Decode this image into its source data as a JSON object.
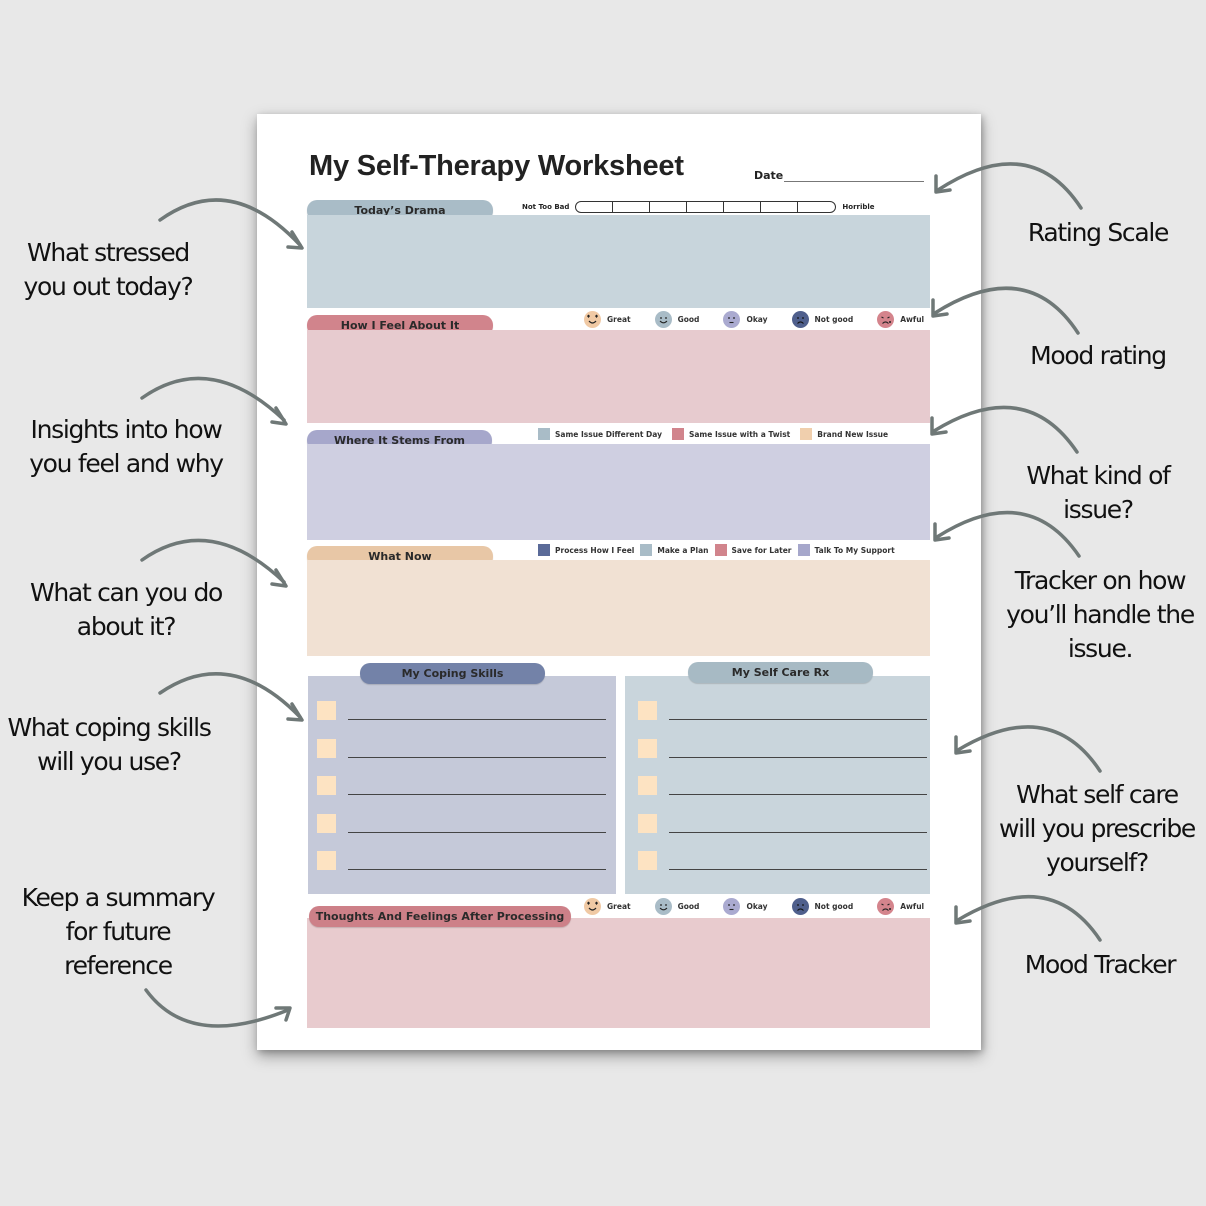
{
  "worksheet": {
    "title": "My Self-Therapy Worksheet",
    "date_label": "Date",
    "date_value": ""
  },
  "sections": {
    "todays_drama": {
      "label": "Today’s Drama",
      "color": "#c8d5dc",
      "pill_color": "#a9bcc7",
      "value": ""
    },
    "rating_scale": {
      "left_label": "Not Too Bad",
      "right_label": "Horrible",
      "segments": 7,
      "selected": null
    },
    "how_i_feel": {
      "label": "How I Feel About It",
      "color": "#e7cbcf",
      "pill_color": "#d1848c",
      "value": ""
    },
    "where_it_stems": {
      "label": "Where It Stems From",
      "color": "#cfcfe1",
      "pill_color": "#a6a7cb",
      "value": ""
    },
    "what_now": {
      "label": "What Now",
      "color": "#f1e1d3",
      "pill_color": "#e8c7a6",
      "value": ""
    },
    "coping_skills": {
      "label": "My Coping Skills",
      "color": "#c5c9d9",
      "pill_color": "#7382a8",
      "items": [
        "",
        "",
        "",
        "",
        ""
      ]
    },
    "self_care": {
      "label": "My Self Care Rx",
      "color": "#c9d5dc",
      "pill_color": "#a7bac4",
      "items": [
        "",
        "",
        "",
        "",
        ""
      ]
    },
    "after_processing": {
      "label": "Thoughts And Feelings After Processing",
      "color": "#e8cbce",
      "pill_color": "#cd8088",
      "value": ""
    }
  },
  "moods": [
    {
      "label": "Great",
      "icon": "heart-eyes-face-icon",
      "color": "#f0c9a4"
    },
    {
      "label": "Good",
      "icon": "smile-face-icon",
      "color": "#a9bcc7"
    },
    {
      "label": "Okay",
      "icon": "neutral-face-icon",
      "color": "#aaaad0"
    },
    {
      "label": "Not good",
      "icon": "frown-face-icon",
      "color": "#4f5f8c"
    },
    {
      "label": "Awful",
      "icon": "crying-face-icon",
      "color": "#d4848c"
    }
  ],
  "issue_types": [
    {
      "label": "Same Issue Different Day",
      "color": "#a9bcc7"
    },
    {
      "label": "Same Issue with a Twist",
      "color": "#d1848c"
    },
    {
      "label": "Brand New Issue",
      "color": "#f0cfad"
    }
  ],
  "action_types": [
    {
      "label": "Process How I Feel",
      "color": "#5a6a98"
    },
    {
      "label": "Make a Plan",
      "color": "#a9bcc7"
    },
    {
      "label": "Save for Later",
      "color": "#d1848c"
    },
    {
      "label": "Talk To My Support",
      "color": "#a6a7cb"
    }
  ],
  "callouts": {
    "left": [
      "What stressed\nyou out today?",
      "Insights into how\nyou feel and why",
      "What can you do\nabout it?",
      "What coping skills\nwill you use?",
      "Keep a summary\nfor future\nreference"
    ],
    "right": [
      "Rating Scale",
      "Mood rating",
      "What kind of\nissue?",
      "Tracker on how\nyou’ll handle the\nissue.",
      "What self care\nwill you prescribe\nyourself?",
      "Mood Tracker"
    ]
  },
  "colors": {
    "background": "#e8e8e8",
    "page": "#ffffff",
    "arrow": "#6f7877",
    "checkbox": "#fde3c2"
  }
}
